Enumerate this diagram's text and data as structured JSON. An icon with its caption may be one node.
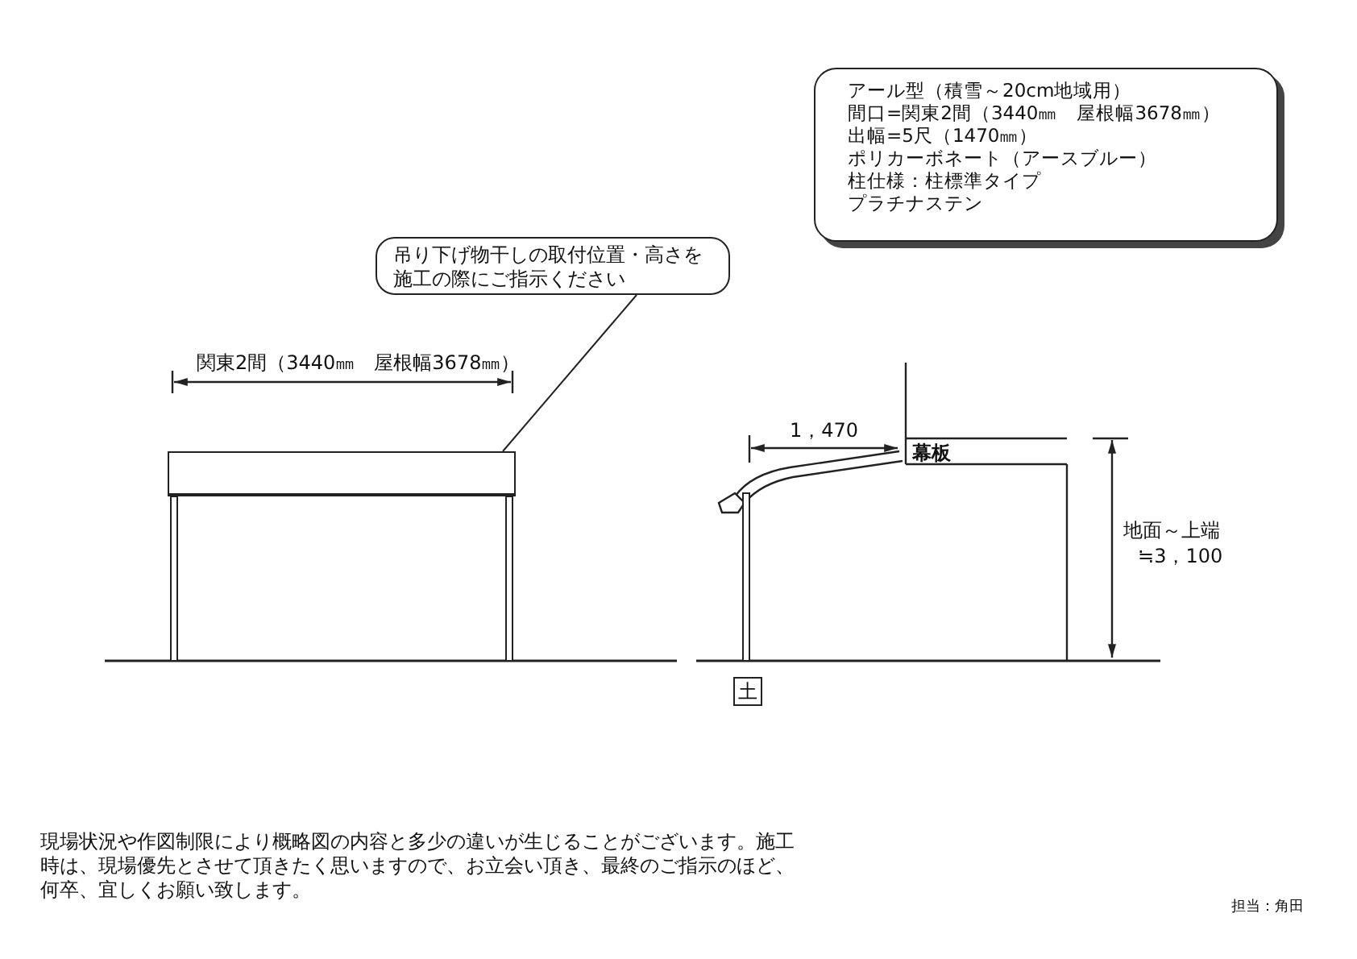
{
  "diagram": {
    "nodes": [
      {
        "text": [
          "アール型（積雪～20cm地域用）",
          "間口=関東2間（3440㎜　屋根幅3678㎜）",
          "出幅=5尺（1470㎜）",
          "ポリカーボネート（アースブルー）",
          "柱仕様：柱標準タイプ",
          "プラチナステン"
        ]
      },
      {
        "text": [
          "吊り下げ物干しの取付位置・高さを施工の際にご指示ください"
        ]
      },
      {
        "text": [],
        "shape": "box"
      },
      {
        "text": [
          "土"
        ]
      }
    ],
    "edges": [
      {
        "from": 1,
        "to": 2,
        "arrow": "none"
      }
    ],
    "labels": [
      "関東2間（3440㎜　屋根幅3678㎜）",
      "1，470",
      "幕板",
      "地面～上端",
      "≒3，100",
      "現場状況や作図制限により概略図の内容と多少の違いが生じることがございます。施工時は、現場優先とさせて頂きたく思いますので、お立会い頂き、最終のご指示のほど、何卒、宜しくお願い致します。",
      "担当：角田"
    ]
  }
}
